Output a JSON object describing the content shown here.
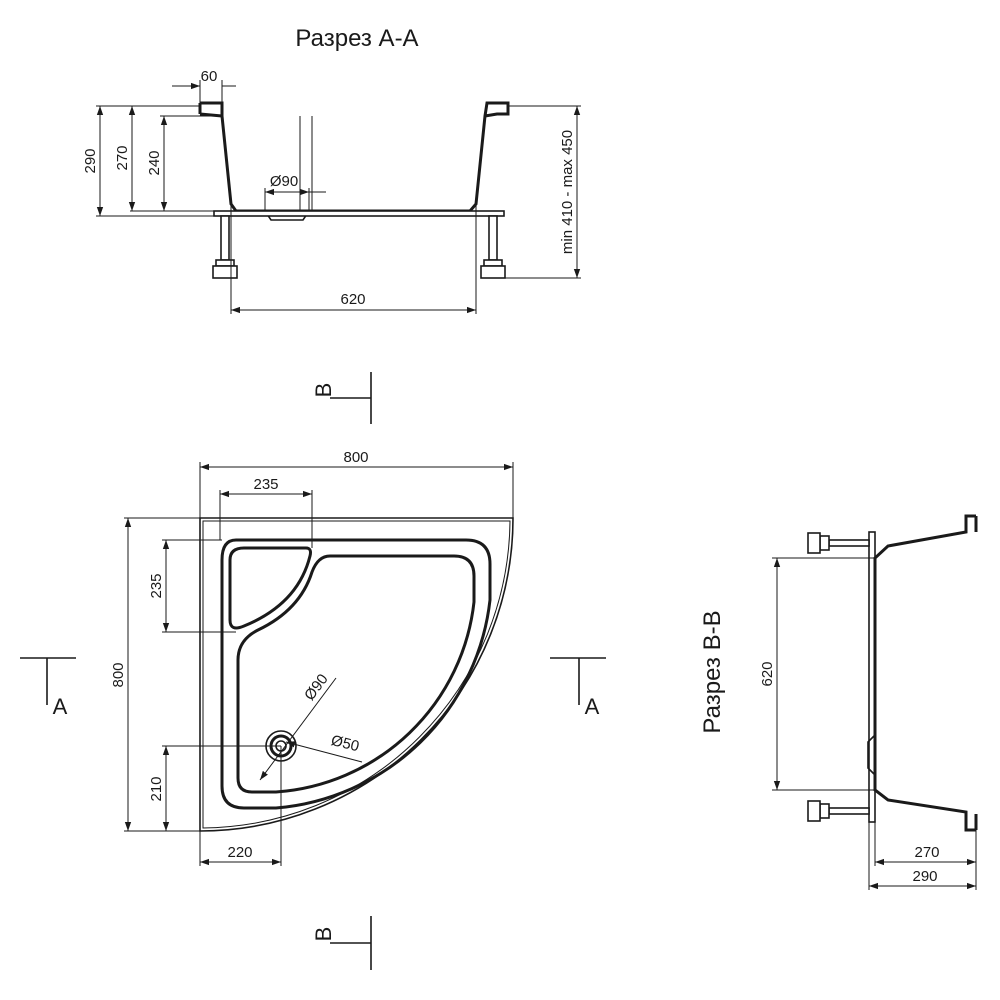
{
  "section_aa": {
    "title": "Разрез А-А",
    "dims": {
      "lip": "60",
      "h290": "290",
      "h270": "270",
      "h240": "240",
      "drain": "Ø90",
      "width620": "620",
      "legs": "min 410 - max 450"
    }
  },
  "plan": {
    "dims": {
      "width800": "800",
      "seat235h": "235",
      "seat235v": "235",
      "height800": "800",
      "drain210": "210",
      "drain220": "220",
      "d90": "Ø90",
      "d50": "Ø50"
    },
    "markers": {
      "b_top": "B",
      "b_bottom": "B",
      "a_left": "A",
      "a_right": "A"
    }
  },
  "section_bb": {
    "title": "Разрез В-В",
    "dims": {
      "h620": "620",
      "w270": "270",
      "w290": "290"
    }
  }
}
